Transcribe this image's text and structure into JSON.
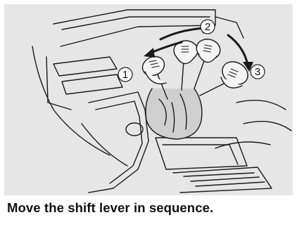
{
  "figure": {
    "caption": "Move the shift lever in sequence.",
    "background_color": "#e6e6e6",
    "line_color": "#1a1a1a",
    "arrow_color": "#1a1a1a",
    "steps": [
      {
        "label": "1",
        "meaning": "pull lever left toward 1"
      },
      {
        "label": "2",
        "meaning": "move lever across"
      },
      {
        "label": "3",
        "meaning": "push lever down to 3"
      }
    ]
  }
}
